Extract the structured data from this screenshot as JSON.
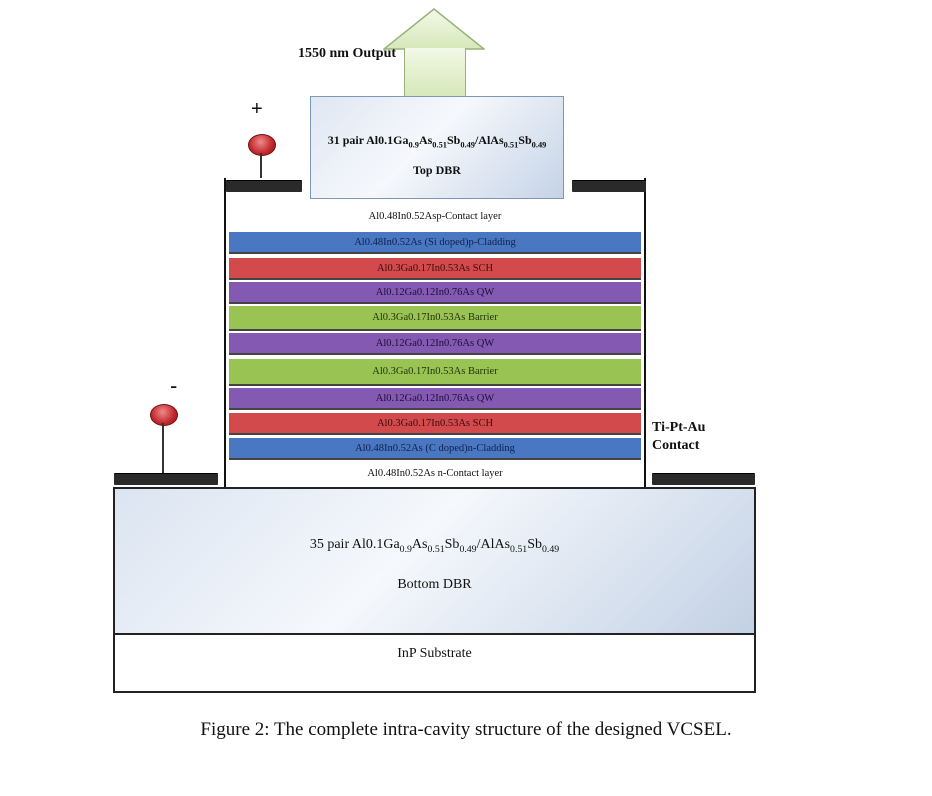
{
  "output": {
    "label": "1550 nm Output"
  },
  "top_dbr": {
    "line1_parts": [
      "31 pair Al0.1Ga",
      "0.9",
      "As",
      "0.51",
      "Sb",
      "0.49",
      "/AlAs",
      "0.51",
      "Sb",
      "0.49"
    ],
    "line2": "Top DBR"
  },
  "layers": [
    {
      "label": "Al0.48In0.52Asp-Contact layer",
      "color": "white"
    },
    {
      "label": "Al0.48In0.52As (Si doped)p-Cladding",
      "color": "blue"
    },
    {
      "label": "Al0.3Ga0.17In0.53As SCH",
      "color": "red"
    },
    {
      "label": "Al0.12Ga0.12In0.76As QW",
      "color": "purple"
    },
    {
      "label": "Al0.3Ga0.17In0.53As Barrier",
      "color": "green"
    },
    {
      "label": "Al0.12Ga0.12In0.76As QW",
      "color": "purple"
    },
    {
      "label": "Al0.3Ga0.17In0.53As Barrier",
      "color": "green"
    },
    {
      "label": "Al0.12Ga0.12In0.76As QW",
      "color": "purple"
    },
    {
      "label": "Al0.3Ga0.17In0.53As SCH",
      "color": "red"
    },
    {
      "label": "Al0.48In0.52As (C doped)n-Cladding",
      "color": "blue"
    },
    {
      "label": "Al0.48In0.52As n-Contact layer",
      "color": "white"
    }
  ],
  "contact": {
    "line1": "Ti-Pt-Au",
    "line2": "Contact"
  },
  "electrodes": {
    "positive": "+",
    "negative": "-"
  },
  "bottom_dbr": {
    "line1_parts": [
      "35 pair Al0.1Ga",
      "0.9",
      "As",
      "0.51",
      "Sb",
      "0.49",
      "/AlAs",
      "0.51",
      "Sb",
      "0.49"
    ],
    "line2": "Bottom DBR"
  },
  "substrate": {
    "label": "InP Substrate"
  },
  "caption": "Figure 2: The complete intra-cavity structure of the designed VCSEL."
}
